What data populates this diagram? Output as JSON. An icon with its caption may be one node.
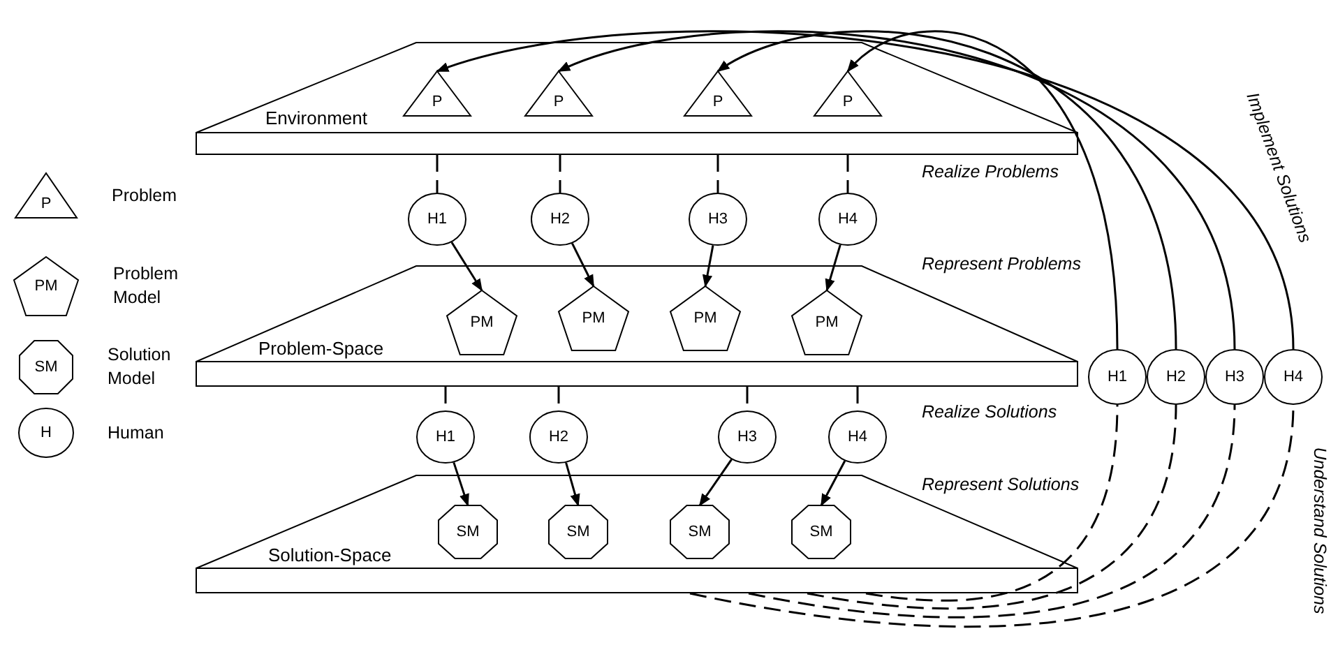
{
  "diagram": {
    "nodes": [
      {
        "text": [
          "Environment"
        ]
      },
      {
        "text": [
          "P"
        ],
        "in": 0
      },
      {
        "text": [
          "P"
        ],
        "in": 0
      },
      {
        "text": [
          "P"
        ],
        "in": 0
      },
      {
        "text": [
          "P"
        ],
        "in": 0
      },
      {
        "text": [
          "H1"
        ]
      },
      {
        "text": [
          "H2"
        ]
      },
      {
        "text": [
          "H3"
        ]
      },
      {
        "text": [
          "H4"
        ]
      },
      {
        "text": [
          "Problem-Space"
        ]
      },
      {
        "text": [
          "PM"
        ],
        "in": 9
      },
      {
        "text": [
          "PM"
        ],
        "in": 9
      },
      {
        "text": [
          "PM"
        ],
        "in": 9
      },
      {
        "text": [
          "PM"
        ],
        "in": 9
      },
      {
        "text": [
          "H1"
        ]
      },
      {
        "text": [
          "H2"
        ]
      },
      {
        "text": [
          "H3"
        ]
      },
      {
        "text": [
          "H4"
        ]
      },
      {
        "text": [
          "Solution-Space"
        ]
      },
      {
        "text": [
          "SM"
        ],
        "in": 18
      },
      {
        "text": [
          "SM"
        ],
        "in": 18
      },
      {
        "text": [
          "SM"
        ],
        "in": 18
      },
      {
        "text": [
          "SM"
        ],
        "in": 18
      },
      {
        "text": [
          "H1"
        ]
      },
      {
        "text": [
          "H2"
        ]
      },
      {
        "text": [
          "H3"
        ]
      },
      {
        "text": [
          "H4"
        ]
      },
      {
        "text": [
          "P"
        ],
        "beside": [
          "Problem"
        ]
      },
      {
        "text": [
          "PM"
        ],
        "beside": [
          "Problem Model"
        ]
      },
      {
        "text": [
          "SM"
        ],
        "beside": [
          "Solution Model"
        ]
      },
      {
        "text": [
          "H"
        ],
        "beside": [
          "Human"
        ]
      }
    ],
    "edges": [
      {
        "from": 0,
        "to": 5,
        "arrow": "none",
        "style": "dashed"
      },
      {
        "from": 0,
        "to": 6,
        "arrow": "none",
        "style": "dashed"
      },
      {
        "from": 0,
        "to": 7,
        "arrow": "none",
        "style": "dashed"
      },
      {
        "from": 0,
        "to": 8,
        "arrow": "none",
        "style": "dashed"
      },
      {
        "from": 5,
        "to": 10,
        "arrow": "to"
      },
      {
        "from": 6,
        "to": 11,
        "arrow": "to"
      },
      {
        "from": 7,
        "to": 12,
        "arrow": "to"
      },
      {
        "from": 8,
        "to": 13,
        "arrow": "to"
      },
      {
        "from": 9,
        "to": 14,
        "arrow": "none",
        "style": "dashed"
      },
      {
        "from": 9,
        "to": 15,
        "arrow": "none",
        "style": "dashed"
      },
      {
        "from": 9,
        "to": 16,
        "arrow": "none",
        "style": "dashed"
      },
      {
        "from": 9,
        "to": 17,
        "arrow": "none",
        "style": "dashed"
      },
      {
        "from": 14,
        "to": 19,
        "arrow": "to"
      },
      {
        "from": 15,
        "to": 20,
        "arrow": "to"
      },
      {
        "from": 16,
        "to": 21,
        "arrow": "to"
      },
      {
        "from": 17,
        "to": 22,
        "arrow": "to"
      },
      {
        "from": 23,
        "to": 4,
        "arrow": "to"
      },
      {
        "from": 24,
        "to": 3,
        "arrow": "to"
      },
      {
        "from": 25,
        "to": 2,
        "arrow": "to"
      },
      {
        "from": 26,
        "to": 1,
        "arrow": "to"
      },
      {
        "from": 18,
        "to": 23,
        "arrow": "none",
        "style": "dashed"
      },
      {
        "from": 18,
        "to": 24,
        "arrow": "none",
        "style": "dashed"
      },
      {
        "from": 18,
        "to": 25,
        "arrow": "none",
        "style": "dashed"
      },
      {
        "from": 18,
        "to": 26,
        "arrow": "none",
        "style": "dashed"
      }
    ],
    "labels": [
      "Realize Problems",
      "Implement Solutions",
      "Represent Problems",
      "Realize Solutions",
      "Represent Solutions",
      "Understand Solutions"
    ]
  }
}
